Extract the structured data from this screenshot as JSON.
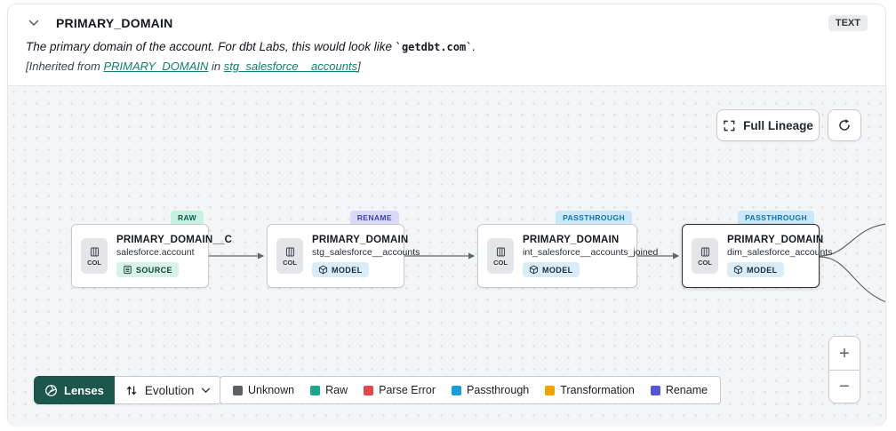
{
  "header": {
    "title": "PRIMARY_DOMAIN",
    "type_badge": "TEXT",
    "description_prefix": "The primary domain of the account. For dbt Labs, this would look like ",
    "description_code": "`getdbt.com`",
    "description_suffix": ".",
    "inherited_prefix": "[Inherited from ",
    "inherited_link1": "PRIMARY_DOMAIN",
    "inherited_middle": " in ",
    "inherited_link2": "stg_salesforce__accounts",
    "inherited_suffix": "]"
  },
  "canvas": {
    "full_lineage_label": "Full Lineage",
    "col_label": "COL",
    "nodes": [
      {
        "title": "PRIMARY_DOMAIN__C",
        "subtitle": "salesforce.account",
        "resource_badge": "SOURCE",
        "tag": "RAW"
      },
      {
        "title": "PRIMARY_DOMAIN",
        "subtitle": "stg_salesforce__accounts",
        "resource_badge": "MODEL",
        "tag": "RENAME"
      },
      {
        "title": "PRIMARY_DOMAIN",
        "subtitle": "int_salesforce__accounts_joined",
        "resource_badge": "MODEL",
        "tag": "PASSTHROUGH"
      },
      {
        "title": "PRIMARY_DOMAIN",
        "subtitle": "dim_salesforce_accounts",
        "resource_badge": "MODEL",
        "tag": "PASSTHROUGH",
        "selected": true
      }
    ]
  },
  "toolbar": {
    "lenses_label": "Lenses",
    "lens_selected": "Evolution"
  },
  "legend": {
    "items": [
      {
        "label": "Unknown",
        "color": "#5c6166"
      },
      {
        "label": "Raw",
        "color": "#19a88c"
      },
      {
        "label": "Parse Error",
        "color": "#e0484e"
      },
      {
        "label": "Passthrough",
        "color": "#199dd8"
      },
      {
        "label": "Transformation",
        "color": "#f0a202"
      },
      {
        "label": "Rename",
        "color": "#5557d2"
      }
    ]
  },
  "zoom_controls": {
    "zoom_in": "+",
    "zoom_out": "−"
  },
  "colors": {
    "lenses_bg": "#1d564a",
    "link": "#0f7f6d",
    "tag_raw_bg": "#c6f0e0",
    "tag_rename_bg": "#d8d9f7",
    "tag_passthrough_bg": "#cbe8fb"
  }
}
